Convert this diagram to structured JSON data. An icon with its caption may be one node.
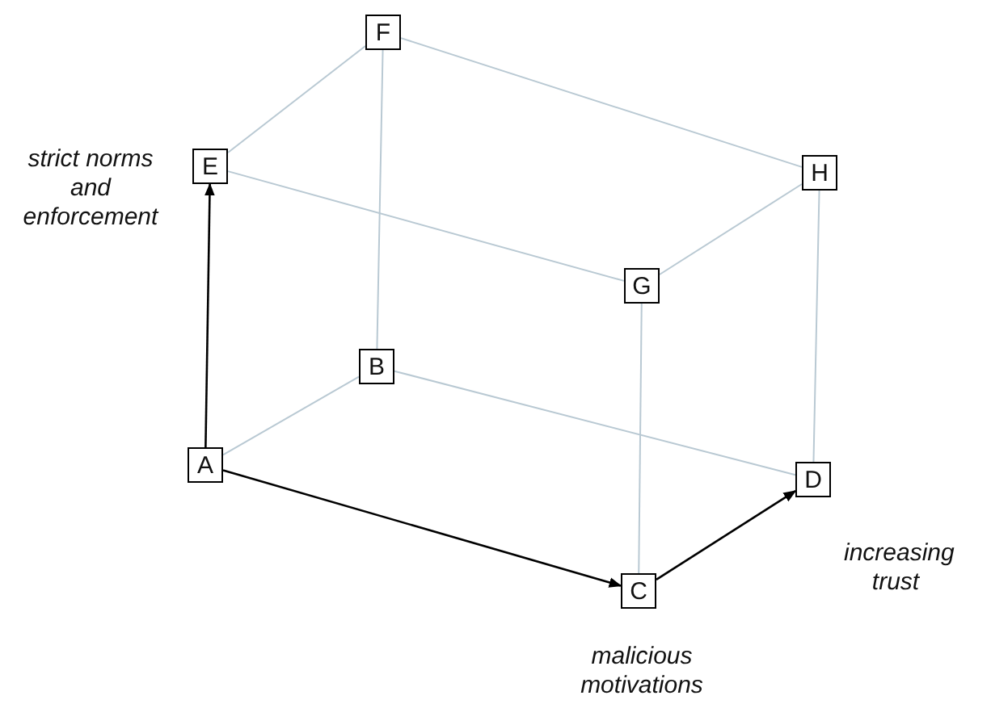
{
  "diagram": {
    "nodes": [
      {
        "text": [
          "A"
        ]
      },
      {
        "text": [
          "B"
        ]
      },
      {
        "text": [
          "C"
        ]
      },
      {
        "text": [
          "D"
        ]
      },
      {
        "text": [
          "E"
        ]
      },
      {
        "text": [
          "F"
        ]
      },
      {
        "text": [
          "G"
        ]
      },
      {
        "text": [
          "H"
        ]
      }
    ],
    "edges": [
      {
        "from": 0,
        "to": 4,
        "arrow": "to",
        "color": "#000000"
      },
      {
        "from": 0,
        "to": 2,
        "arrow": "to",
        "color": "#000000"
      },
      {
        "from": 2,
        "to": 3,
        "arrow": "to",
        "color": "#000000"
      },
      {
        "from": 0,
        "to": 1,
        "arrow": "none"
      },
      {
        "from": 1,
        "to": 3,
        "arrow": "none"
      },
      {
        "from": 1,
        "to": 5,
        "arrow": "none"
      },
      {
        "from": 4,
        "to": 5,
        "arrow": "none"
      },
      {
        "from": 5,
        "to": 7,
        "arrow": "none"
      },
      {
        "from": 4,
        "to": 6,
        "arrow": "none"
      },
      {
        "from": 6,
        "to": 7,
        "arrow": "none"
      },
      {
        "from": 6,
        "to": 2,
        "arrow": "none"
      },
      {
        "from": 7,
        "to": 3,
        "arrow": "none"
      }
    ],
    "labels": [
      "strict norms and enforcement",
      "increasing trust",
      "malicious motivations"
    ]
  }
}
